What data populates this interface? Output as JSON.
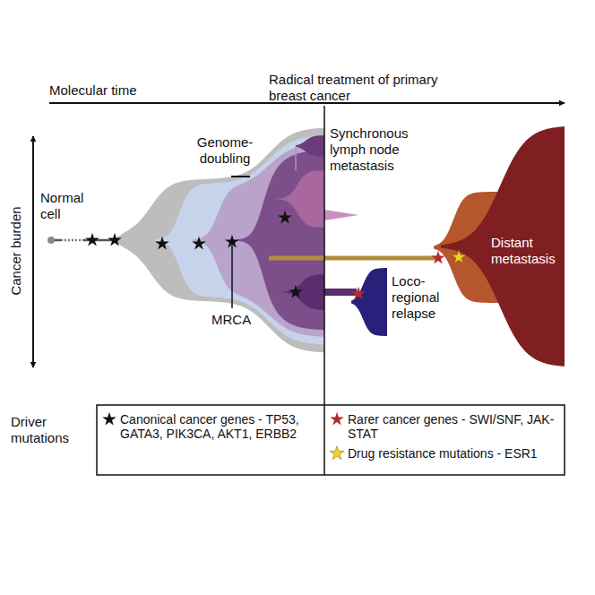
{
  "diagram": {
    "labels": [
      "Radical treatment of primary breast cancer",
      "Molecular time",
      "Cancer burden",
      "Genome- doubling",
      "Synchronous lymph node metastasis",
      "Normal cell",
      "Loco- regional relapse",
      "Distant metastasis",
      "MRCA",
      "Driver mutations"
    ],
    "legend": [
      {
        "text": "Canonical cancer genes - TP53, GATA3, PIK3CA, AKT1, ERBB2",
        "color": "#111111"
      },
      {
        "text": "Rarer cancer genes - SWI/SNF, JAK-STAT",
        "color": "#b52a2a"
      },
      {
        "text": "Drug resistance mutations - ESR1",
        "color": "#f2d22e"
      }
    ]
  }
}
